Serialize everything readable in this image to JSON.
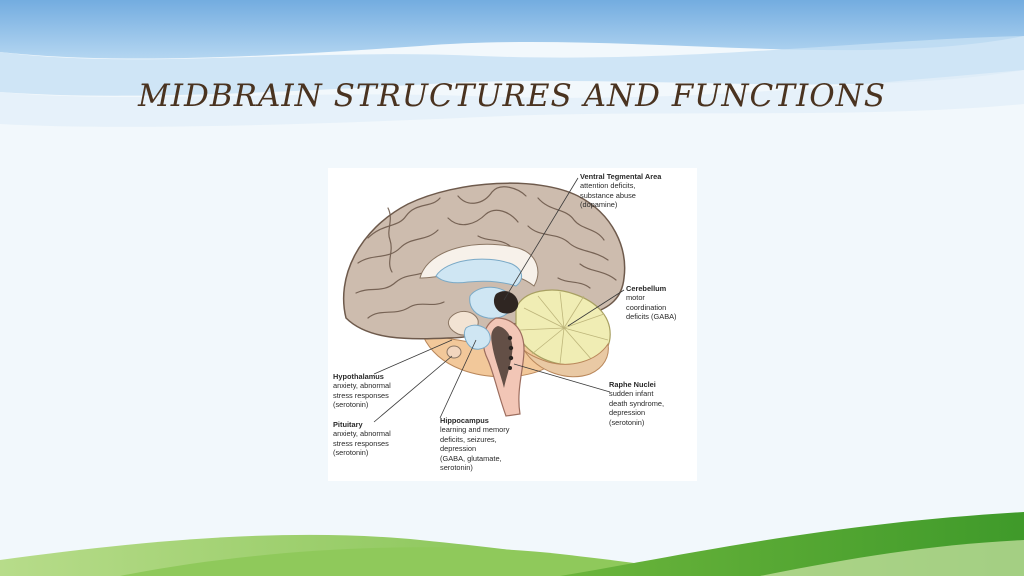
{
  "slide": {
    "title": "MIDBRAIN STRUCTURES AND FUNCTIONS"
  },
  "figure": {
    "labels": {
      "vta": {
        "name": "Ventral Tegmental Area",
        "desc": "attention deficits,\nsubstance abuse\n(dopamine)"
      },
      "cerebellum": {
        "name": "Cerebellum",
        "desc": "motor\ncoordination\ndeficits (GABA)"
      },
      "hypothalamus": {
        "name": "Hypothalamus",
        "desc": "anxiety, abnormal\nstress responses\n(serotonin)"
      },
      "pituitary": {
        "name": "Pituitary",
        "desc": "anxiety, abnormal\nstress responses\n(serotonin)"
      },
      "hippocampus": {
        "name": "Hippocampus",
        "desc": "learning and memory\ndeficits, seizures,\ndepression\n(GABA, glutamate,\nserotonin)"
      },
      "raphe": {
        "name": "Raphe Nuclei",
        "desc": "sudden infant\ndeath syndrome,\ndepression\n(serotonin)"
      }
    }
  },
  "colors": {
    "cortex": "#cdbcae",
    "cortex_line": "#6e5a4c",
    "cerebellum": "#f0edb4",
    "brainstem": "#f2c6b6",
    "ventricle": "#cfe6f3",
    "temporal": "#f2c89a",
    "sky_wave": "#7cb4e2",
    "grass": "#6db33f"
  }
}
